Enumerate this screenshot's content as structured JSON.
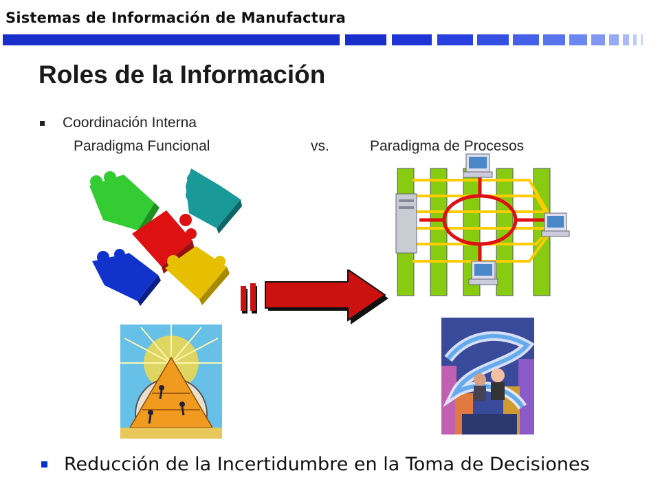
{
  "header": {
    "title": "Sistemas de Información de Manufactura"
  },
  "slide": {
    "title": "Roles de la Información",
    "bullet1": "Coordinación Interna",
    "paradigm_left": "Paradigma Funcional",
    "versus": "vs.",
    "paradigm_right": "Paradigma de Procesos",
    "bullet2": "Reducción de la Incertidumbre en la Toma de Decisiones"
  },
  "colors": {
    "header_blue": "#1a2ecc",
    "arrow_red": "#cc1111",
    "bar_green": "#88cc11",
    "ring_red": "#dd1111",
    "track_yellow": "#ffcc00",
    "bullet_blue": "#0033cc"
  }
}
